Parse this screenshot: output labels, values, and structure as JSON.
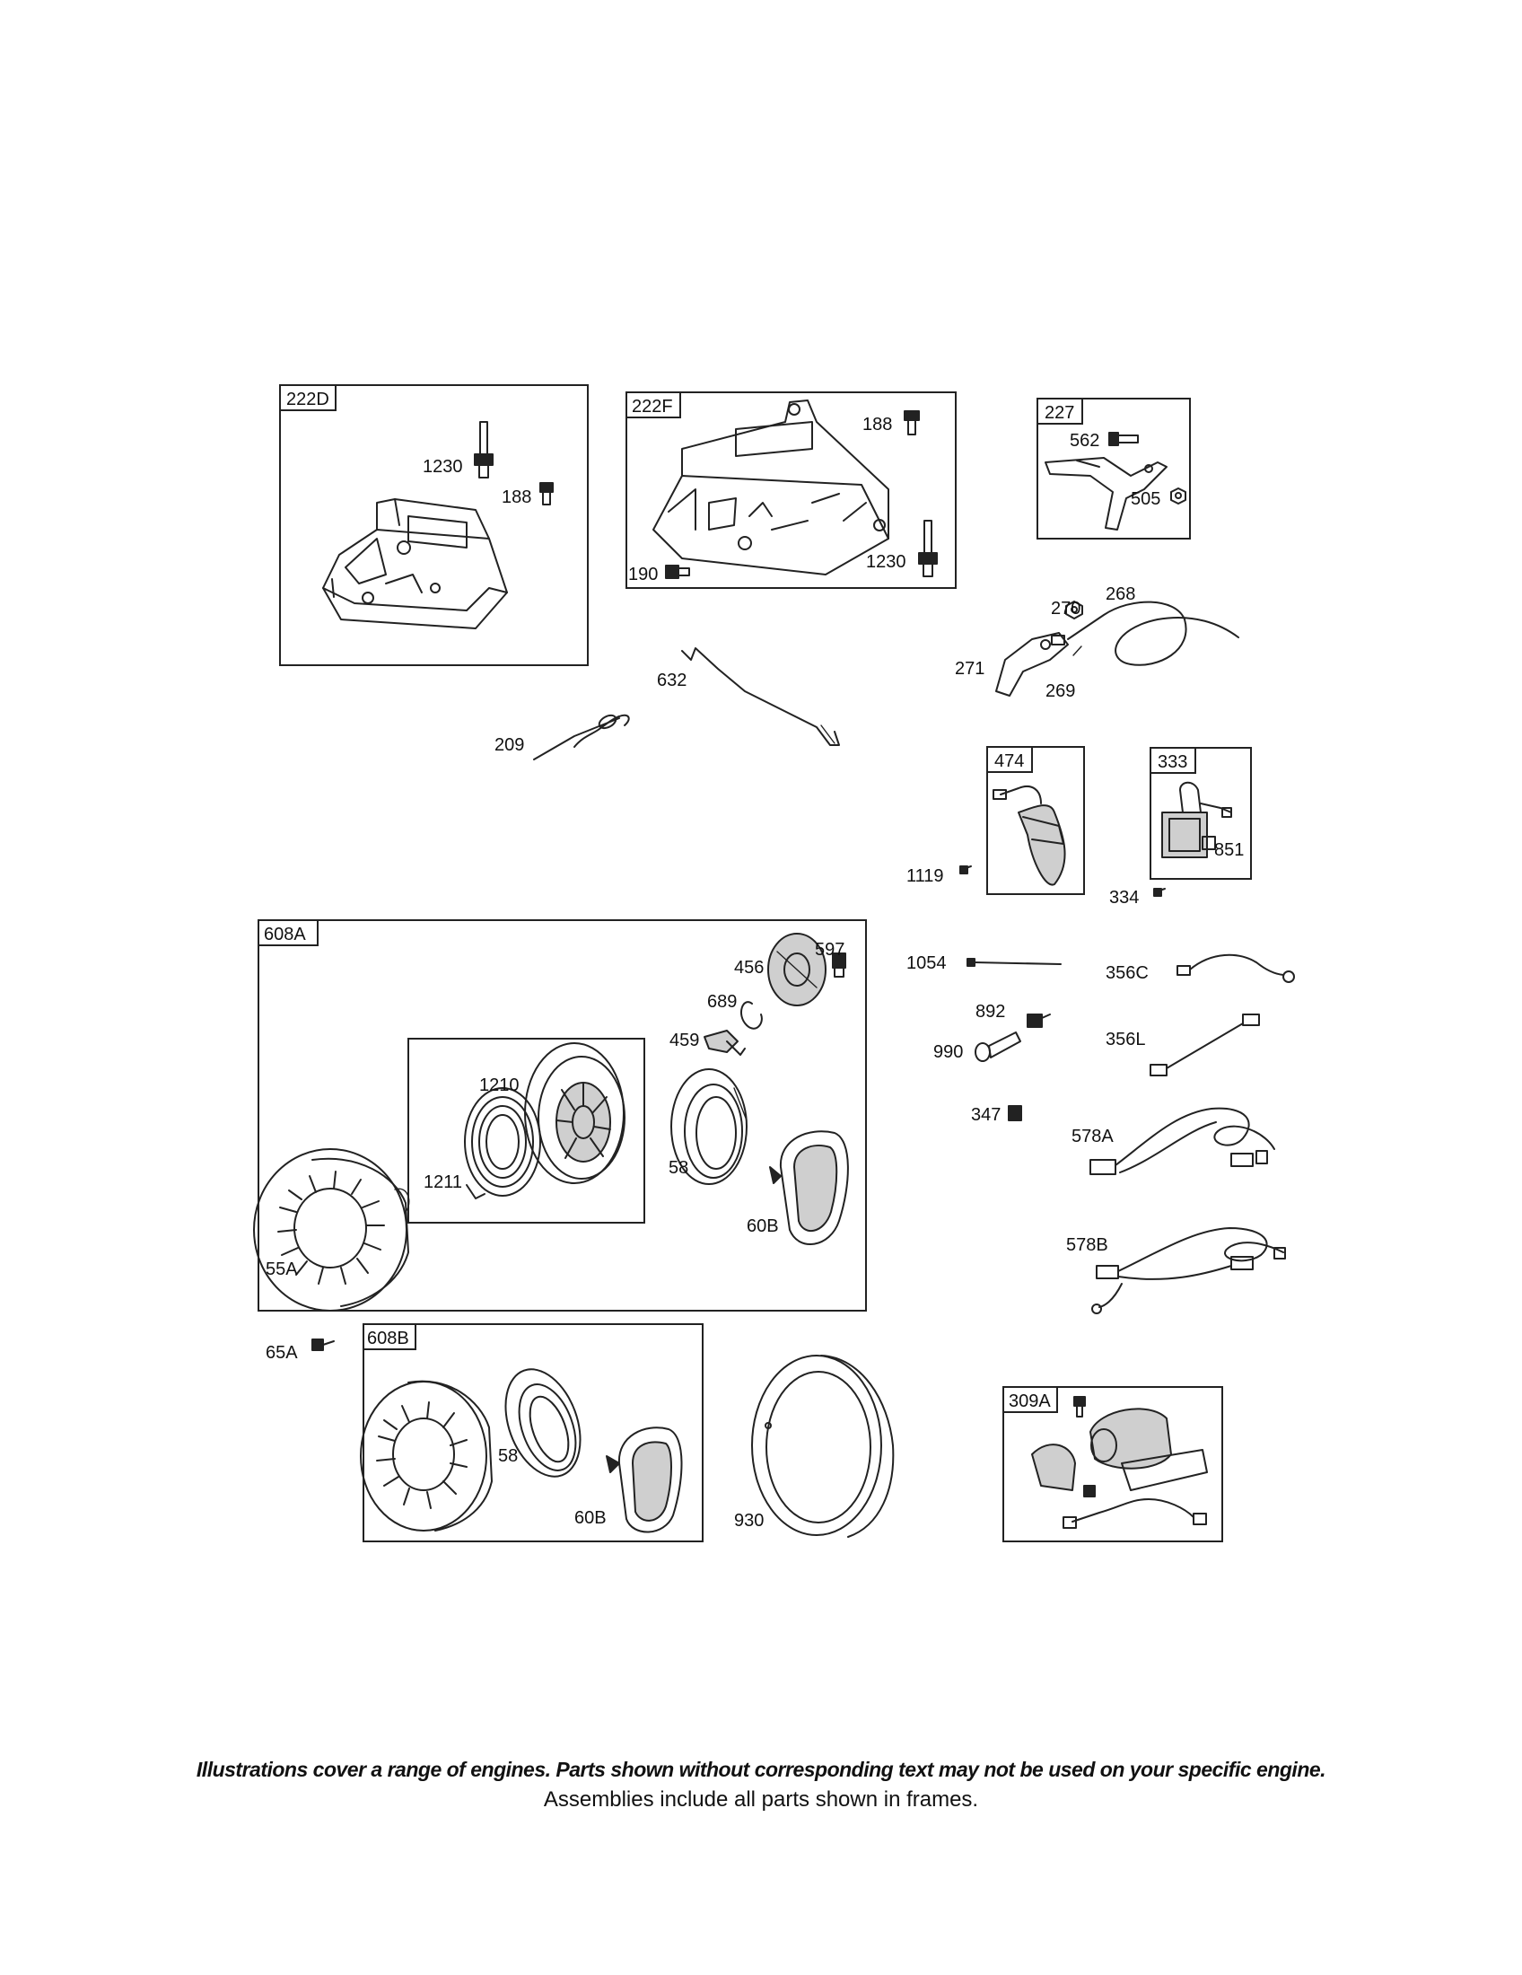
{
  "frames": {
    "f222D": "222D",
    "f222F": "222F",
    "f227": "227",
    "f474": "474",
    "f333": "333",
    "f608A": "608A",
    "f608B": "608B",
    "f309A": "309A"
  },
  "labels": {
    "p1230a": "1230",
    "p188a": "188",
    "p188b": "188",
    "p190": "190",
    "p1230b": "1230",
    "p562": "562",
    "p505": "505",
    "p270": "270",
    "p268": "268",
    "p271": "271",
    "p269": "269",
    "p632": "632",
    "p209": "209",
    "p1119": "1119",
    "p851": "851",
    "p334": "334",
    "p597": "597",
    "p456": "456",
    "p689": "689",
    "p459": "459",
    "p1210": "1210",
    "p1211": "1211",
    "p58a": "58",
    "p60Ba": "60B",
    "p55A": "55A",
    "p1054": "1054",
    "p356C": "356C",
    "p892": "892",
    "p990": "990",
    "p356L": "356L",
    "p347": "347",
    "p578A": "578A",
    "p578B": "578B",
    "p65A": "65A",
    "p58b": "58",
    "p60Bb": "60B",
    "p930": "930"
  },
  "footer": {
    "warning": "Illustrations cover a range of engines. Parts shown without corresponding text may not be used on your specific engine.",
    "note": "Assemblies include all parts shown in frames."
  }
}
